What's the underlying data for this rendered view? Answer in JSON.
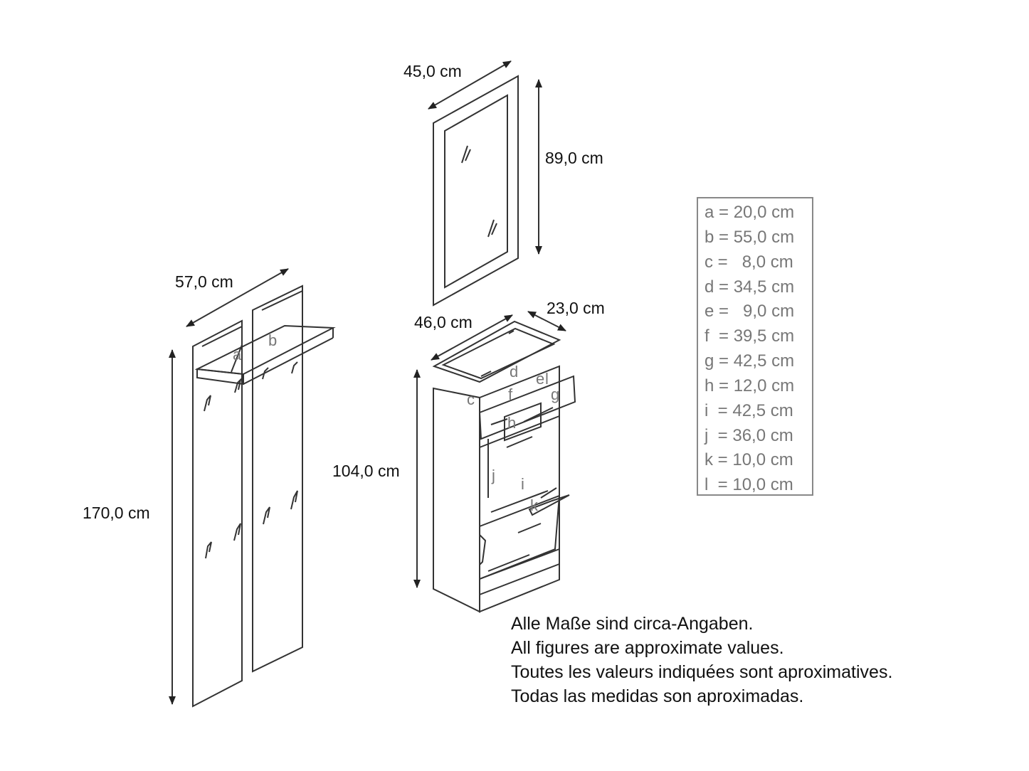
{
  "dimensions": {
    "mirror_width": "45,0 cm",
    "mirror_height": "89,0 cm",
    "panel_width": "57,0 cm",
    "panel_height": "170,0 cm",
    "cabinet_width": "46,0 cm",
    "cabinet_depth": "23,0 cm",
    "cabinet_height": "104,0 cm"
  },
  "part_labels": {
    "a": "a",
    "b": "b",
    "c": "c",
    "d": "d",
    "e": "e",
    "f": "f",
    "g": "g",
    "h": "h",
    "i": "i",
    "j": "j",
    "k": "k",
    "l": "l"
  },
  "legend": [
    "a = 20,0 cm",
    "b = 55,0 cm",
    "c =   8,0 cm",
    "d = 34,5 cm",
    "e =   9,0 cm",
    "f  = 39,5 cm",
    "g = 42,5 cm",
    "h = 12,0 cm",
    "i  = 42,5 cm",
    "j  = 36,0 cm",
    "k = 10,0 cm",
    "l  = 10,0 cm"
  ],
  "disclaimer": [
    "Alle Maße sind circa-Angaben.",
    "All figures are approximate values.",
    "Toutes les valeurs indiquées sont aproximatives.",
    "Todas las medidas son aproximadas."
  ],
  "colors": {
    "line": "#333333",
    "label_gray": "#777777",
    "legend_border": "#888888"
  }
}
